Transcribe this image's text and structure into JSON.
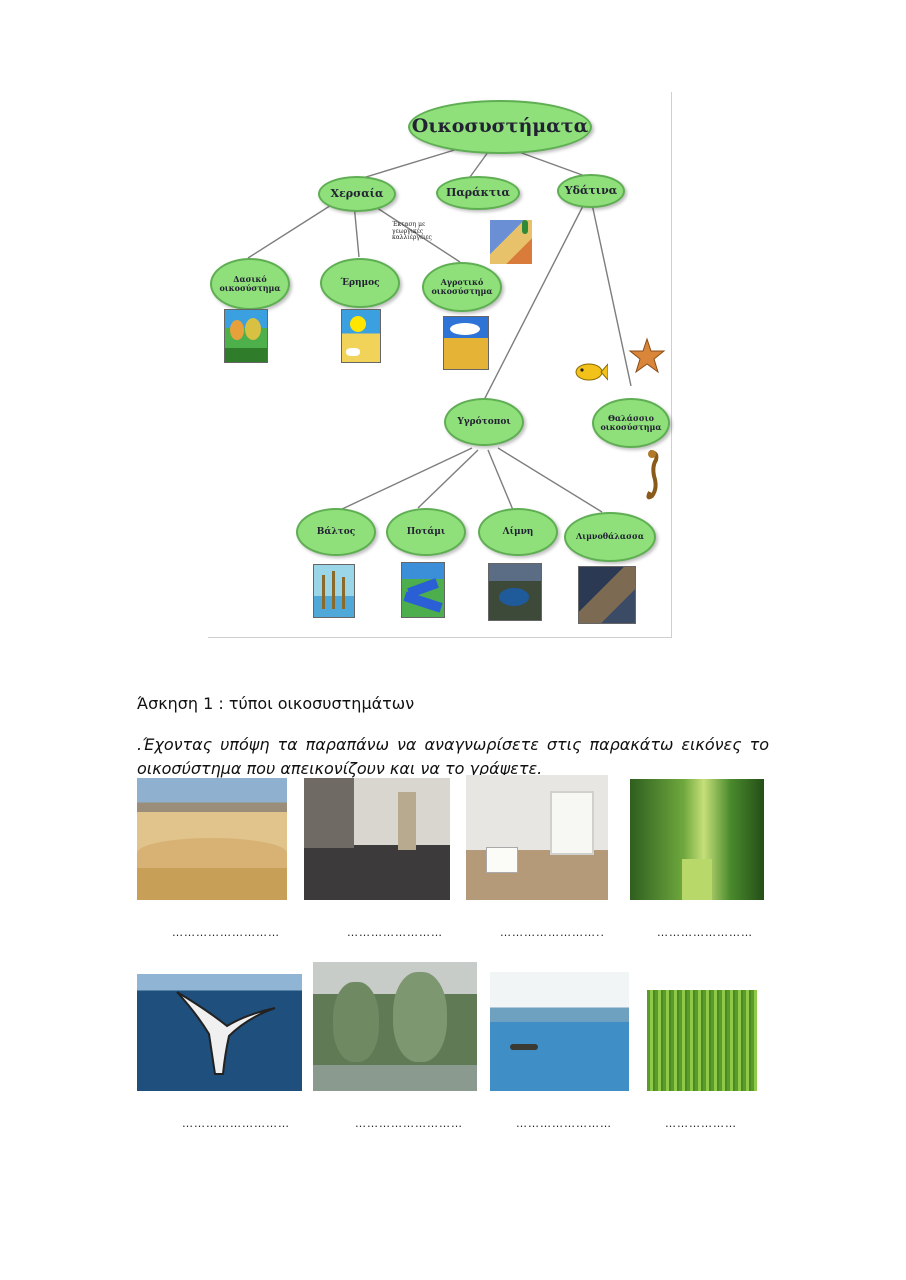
{
  "diagram": {
    "root": "Οικοσυστήματα",
    "level1": [
      "Χερσαία",
      "Παράκτια",
      "Υδάτινα"
    ],
    "terrestrial": [
      "Δασικό οικοσύστημα",
      "Έρημος",
      "Αγροτικό οικοσύστημα"
    ],
    "note": "Έκταση με γεωργικές καλλιέργειες",
    "aquatic": [
      "Υγρότοποι",
      "Θαλάσσιο οικοσύστημα"
    ],
    "wetlands": [
      "Βάλτος",
      "Ποτάμι",
      "Λίμνη",
      "Λιμνοθάλασσα"
    ],
    "node_color": "#8fe07a"
  },
  "exercise": {
    "heading": "Άσκηση 1 : τύποι οικοσυστημάτων",
    "instruction": ".Έχοντας υπόψη τα παραπάνω να αναγνωρίσετε στις παρακάτω εικόνες το οικοσύστημα που απεικονίζουν και να το γράψετε.",
    "row1_blanks": [
      "………………………",
      "……………………",
      "……………………..",
      "……………………"
    ],
    "row2_blanks": [
      "………………………",
      "………………………",
      "……………………",
      "………………"
    ]
  },
  "icons": [
    "forest-clipart-icon",
    "desert-clipart-icon",
    "farm-clipart-icon",
    "coast-clipart-icon",
    "fish-icon",
    "starfish-icon",
    "seahorse-icon",
    "marsh-clipart-icon",
    "river-clipart-icon",
    "lake-photo-icon",
    "lagoon-photo-icon"
  ]
}
